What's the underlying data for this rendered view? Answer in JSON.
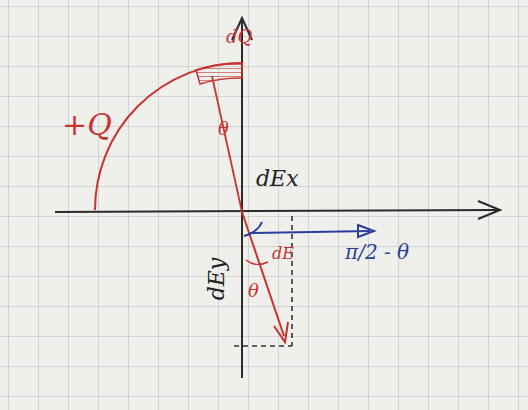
{
  "diagram": {
    "labels": [
      "+Q",
      "dQ",
      "θ",
      "dEx",
      "π/2 - θ",
      "θ",
      "dEy",
      "dE"
    ]
  }
}
